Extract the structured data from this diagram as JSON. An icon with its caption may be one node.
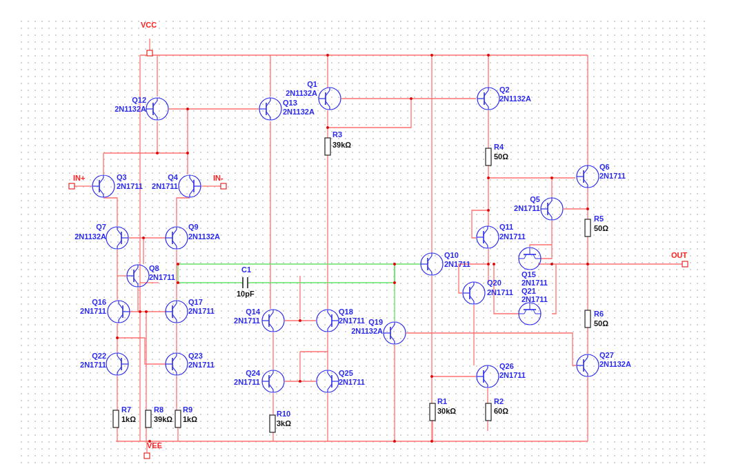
{
  "diagram": {
    "labels": [
      "VCC",
      "Q12",
      "2N1132A",
      "Q1",
      "2N1132A",
      "Q13",
      "2N1132A",
      "Q2",
      "2N1132A",
      "R3",
      "39kΩ",
      "R4",
      "50Ω",
      "IN+",
      "Q3",
      "2N1711",
      "Q4",
      "2N1711",
      "IN-",
      "Q6",
      "2N1711",
      "Q5",
      "2N1711",
      "R5",
      "50Ω",
      "Q7",
      "2N1132A",
      "Q9",
      "2N1132A",
      "Q11",
      "2N1711",
      "Q10",
      "2N1711",
      "OUT",
      "Q8",
      "2N1711",
      "C1",
      "Q15",
      "2N1711",
      "Q21",
      "2N1711",
      "Q20",
      "2N1711",
      "10pF",
      "Q16",
      "2N1711",
      "Q17",
      "2N1711",
      "Q14",
      "2N1711",
      "Q18",
      "2N1711",
      "Q19",
      "2N1132A",
      "R6",
      "50Ω",
      "Q22",
      "2N1711",
      "Q23",
      "2N1711",
      "Q27",
      "2N1132A",
      "Q24",
      "2N1711",
      "Q25",
      "2N1711",
      "Q26",
      "2N1711",
      "R1",
      "30kΩ",
      "R2",
      "60Ω",
      "R7",
      "1kΩ",
      "R8",
      "39kΩ",
      "R9",
      "1kΩ",
      "R10",
      "3kΩ",
      "VEE"
    ]
  }
}
